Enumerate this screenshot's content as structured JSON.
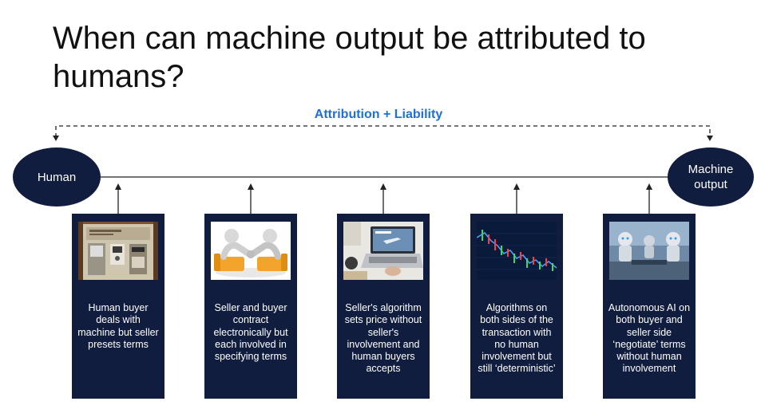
{
  "title": "When can machine output be attributed to humans?",
  "subtitle": "Attribution + Liability",
  "nodes": {
    "human": "Human",
    "machine_line1": "Machine",
    "machine_line2": "output"
  },
  "colors": {
    "node_fill": "#111d3f",
    "subtitle": "#1f6fd6",
    "line": "#222222"
  },
  "cards": [
    {
      "text": "Human buyer deals with machine but seller presets terms",
      "image": "vending-machine"
    },
    {
      "text": "Seller and buyer contract electronically but each involved in specifying terms",
      "image": "handshake-figures"
    },
    {
      "text": "Seller's algorithm sets price without seller's involvement and human buyers accepts",
      "image": "laptop-ticket"
    },
    {
      "text": "Algorithms on both sides of the transaction with no human involvement but still ‘deterministic’",
      "image": "trading-chart"
    },
    {
      "text": "Autonomous AI on both buyer and seller side ‘negotiate’ terms without human involvement",
      "image": "robots-negotiating"
    }
  ]
}
